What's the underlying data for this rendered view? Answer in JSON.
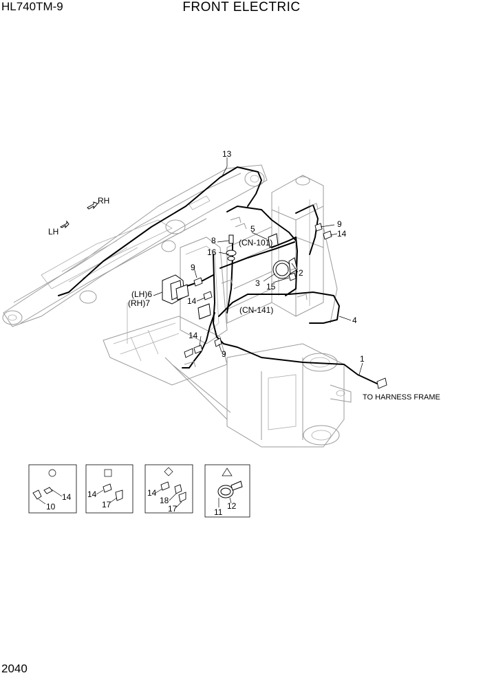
{
  "header": {
    "model": "HL740TM-9",
    "title": "FRONT ELECTRIC"
  },
  "page_number": "2040",
  "direction": {
    "rh": "RH",
    "lh": "LH"
  },
  "callouts": {
    "c1": "1",
    "c2": "2",
    "c3": "3",
    "c4": "4",
    "c5": "5",
    "c6": "(LH)6",
    "c7": "(RH)7",
    "c8": "8",
    "c9a": "9",
    "c9b": "9",
    "c9c": "9",
    "c13": "13",
    "c14a": "14",
    "c14b": "14",
    "c14c": "14",
    "c15": "15",
    "c16": "16"
  },
  "connectors": {
    "cn101": "(CN-101)",
    "cn141": "(CN-141)"
  },
  "harness_note": "TO HARNESS FRAME",
  "legend": [
    {
      "symbol": "circle-symbol",
      "labels": [
        "14",
        "10"
      ]
    },
    {
      "symbol": "square-symbol",
      "labels": [
        "14",
        "17"
      ]
    },
    {
      "symbol": "diamond-symbol",
      "labels": [
        "14",
        "18",
        "17"
      ]
    },
    {
      "symbol": "triangle-symbol",
      "labels": [
        "11",
        "12"
      ]
    }
  ]
}
